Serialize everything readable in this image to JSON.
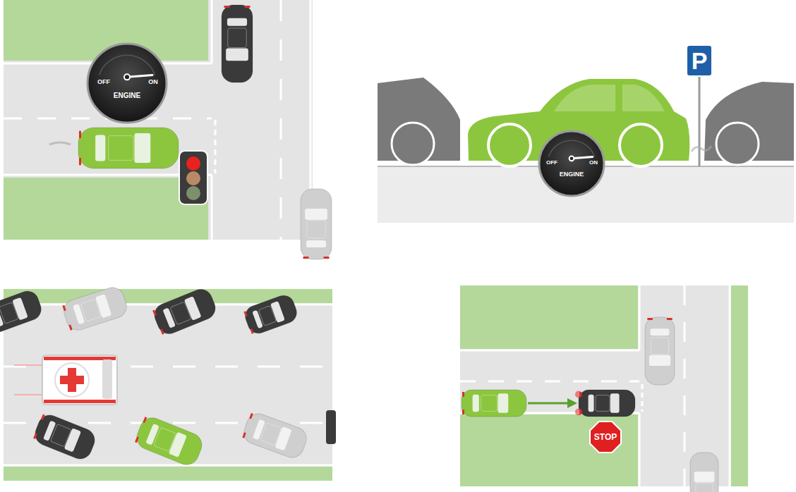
{
  "diagram": {
    "nodes": [
      {
        "text": [
          "OFF",
          "ON",
          "ENGINE"
        ]
      },
      {
        "text": [
          "P"
        ]
      },
      {
        "text": [
          "OFF",
          "ON",
          "ENGINE"
        ]
      },
      {
        "text": [
          "STOP"
        ]
      }
    ]
  }
}
